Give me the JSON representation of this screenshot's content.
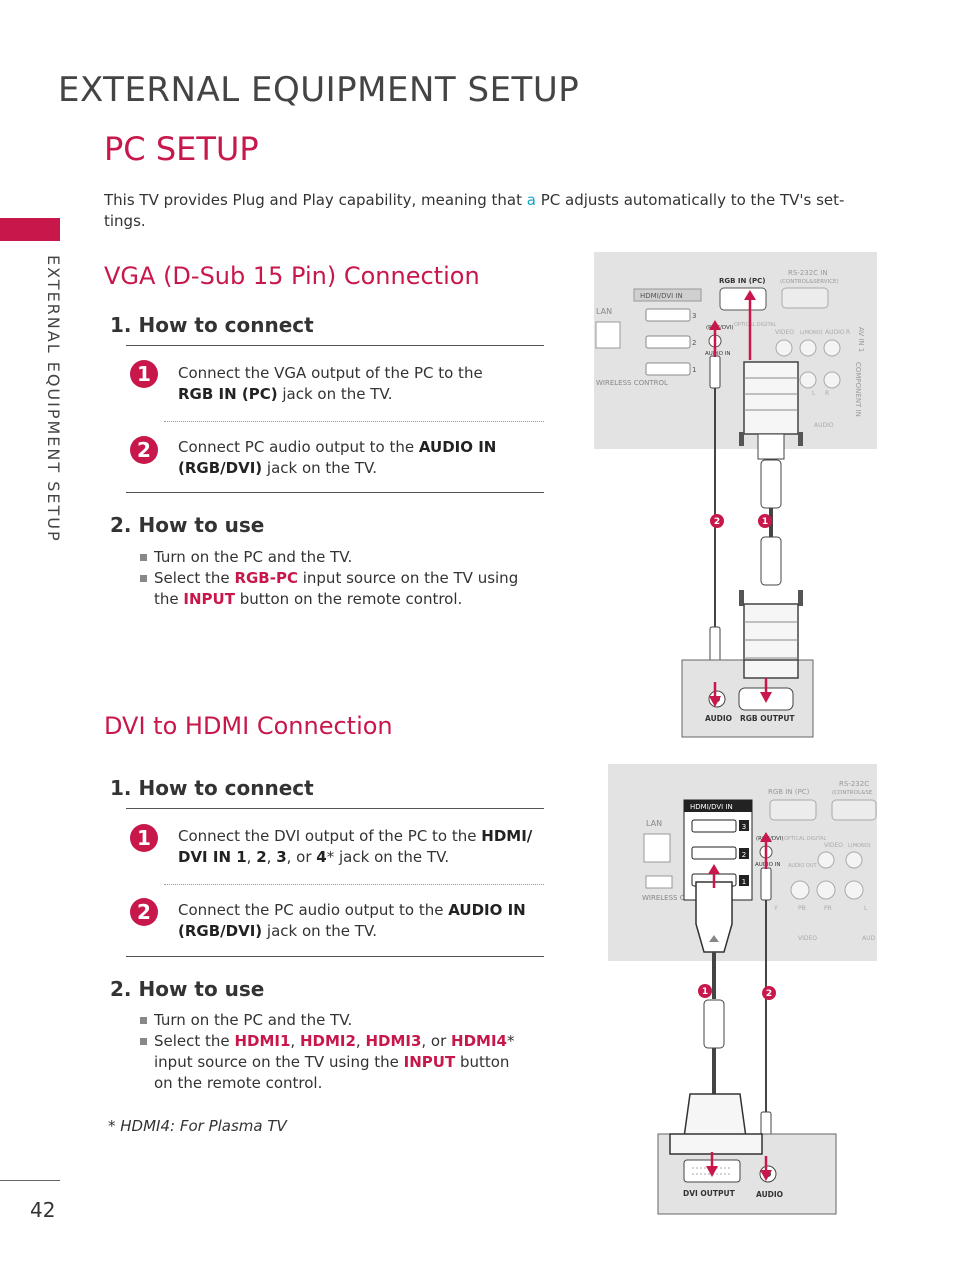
{
  "chapter_title": "EXTERNAL EQUIPMENT SETUP",
  "side_label": "EXTERNAL EQUIPMENT SETUP",
  "page_title": "PC SETUP",
  "intro": {
    "before": "This TV provides Plug and Play capability, meaning that ",
    "highlight": "a",
    "after": " PC adjusts automatically to the TV's set-tings."
  },
  "vga": {
    "title": "VGA (D-Sub 15 Pin) Connection",
    "connect_heading": "1. How to connect",
    "step1_num": "1",
    "step1_a": "Connect the VGA output of the PC to the ",
    "step1_b": "RGB IN (PC)",
    "step1_c": " jack on the TV.",
    "step2_num": "2",
    "step2_a": "Connect PC audio output to the ",
    "step2_b": "AUDIO IN (RGB/DVI)",
    "step2_c": " jack on the TV.",
    "use_heading": "2. How to use",
    "use1": "Turn on the PC and the TV.",
    "use2_a": "Select the ",
    "use2_b": "RGB-PC",
    "use2_c": " input source on the TV using the ",
    "use2_d": "INPUT",
    "use2_e": " button on the remote control."
  },
  "dvi": {
    "title": "DVI to HDMI Connection",
    "connect_heading": "1. How to connect",
    "step1_num": "1",
    "step1_a": "Connect the DVI output of the PC to the ",
    "step1_b": "HDMI/ DVI IN 1",
    "step1_c": ", ",
    "step1_d": "2",
    "step1_e": ", ",
    "step1_f": "3",
    "step1_g": ", or ",
    "step1_h": "4",
    "step1_i": "* jack on the TV.",
    "step2_num": "2",
    "step2_a": "Connect the PC audio output to the ",
    "step2_b": "AUDIO IN (RGB/DVI)",
    "step2_c": " jack on the TV.",
    "use_heading": "2. How to use",
    "use1": "Turn on the PC and the TV.",
    "use2_a": "Select the ",
    "use2_h1": "HDMI1",
    "use2_sep1": ", ",
    "use2_h2": "HDMI2",
    "use2_sep2": ", ",
    "use2_h3": "HDMI3",
    "use2_sep3": ", or ",
    "use2_h4": "HDMI4",
    "use2_b": "* input source on the TV using the ",
    "use2_c": "INPUT",
    "use2_d": " button on the remote control.",
    "footnote": "* HDMI4: For Plasma TV"
  },
  "diagram1": {
    "rgb_in": "RGB IN (PC)",
    "rs232c": "RS-232C IN",
    "control": "(CONTROL&SERVICE)",
    "hdmi": "HDMI/DVI IN",
    "lan": "LAN",
    "rgb_dvi": "(RGB/DVI)",
    "audio_in": "AUDIO IN",
    "optical": "OPTICAL DIGITAL",
    "video": "VIDEO",
    "audio": "AUDIO",
    "mono": "L(MONO)",
    "r": "R",
    "l": "L",
    "av_in": "AV IN 1",
    "component_in": "COMPONENT IN",
    "wireless": "WIRELESS CONTROL",
    "port3": "3",
    "port2": "2",
    "port1": "1",
    "callout1": "1",
    "callout2": "2",
    "pc_audio": "AUDIO",
    "pc_rgb_output": "RGB OUTPUT"
  },
  "diagram2": {
    "rgb_in": "RGB IN (PC)",
    "rs232c": "RS-232C",
    "control": "(CONTROL&SE",
    "hdmi": "HDMI/DVI IN",
    "lan": "LAN",
    "rgb_dvi": "(RGB/DVI)",
    "audio_in": "AUDIO IN",
    "optical": "OPTICAL DIGITAL",
    "audio_out": "AUDIO OUT",
    "video": "VIDEO",
    "mono": "L(MONO)",
    "y": "Y",
    "pb": "PB",
    "pr": "PR",
    "l": "L",
    "video_lbl": "VIDEO",
    "audio_lbl": "AUD",
    "wireless": "WIRELESS CONTROL",
    "port3": "3",
    "port2": "2",
    "port1": "1",
    "callout1": "1",
    "callout2": "2",
    "pc_dvi_output": "DVI OUTPUT",
    "pc_audio": "AUDIO"
  },
  "page_number": "42",
  "colors": {
    "accent": "#c8174a",
    "highlight": "#18a0c8",
    "panel": "#e3e3e3"
  }
}
